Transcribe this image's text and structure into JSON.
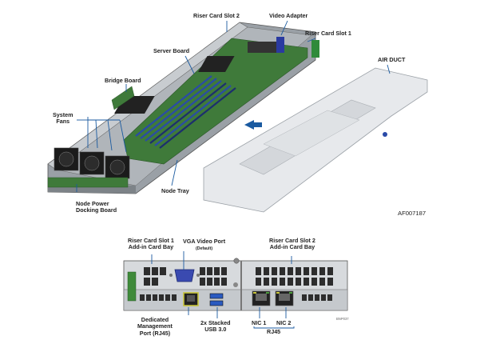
{
  "top_figure": {
    "labels": {
      "riser_card_slot_2": "Riser Card Slot 2",
      "video_adapter": "Video Adapter",
      "riser_card_slot_1": "Riser Card Slot 1",
      "server_board": "Server Board",
      "air_duct": "AIR DUCT",
      "bridge_board": "Bridge Board",
      "system_fans_line1": "System",
      "system_fans_line2": "Fans",
      "node_tray": "Node Tray",
      "node_power_line1": "Node Power",
      "node_power_line2": "Docking Board"
    },
    "figure_id": "AF007187"
  },
  "bottom_figure": {
    "labels": {
      "riser1_line1": "Riser Card Slot 1",
      "riser1_line2": "Add-in Card Bay",
      "vga_line1": "VGA Video Port",
      "vga_line2": "(Default)",
      "riser2_line1": "Riser Card Slot 2",
      "riser2_line2": "Add-in Card Bay",
      "mgmt_line1": "Dedicated",
      "mgmt_line2": "Management",
      "mgmt_line3": "Port (RJ45)",
      "usb_line1": "2x Stacked",
      "usb_line2": "USB 3.0",
      "nic1": "NIC 1",
      "nic2": "NIC 2",
      "rj45": "RJ45"
    },
    "figure_id": "BNP037"
  },
  "colors": {
    "callout": "#1a5aa0",
    "pcb": "#3f7a3a",
    "metal": "#b8bcc0",
    "dimm": "#2a4aa8"
  }
}
